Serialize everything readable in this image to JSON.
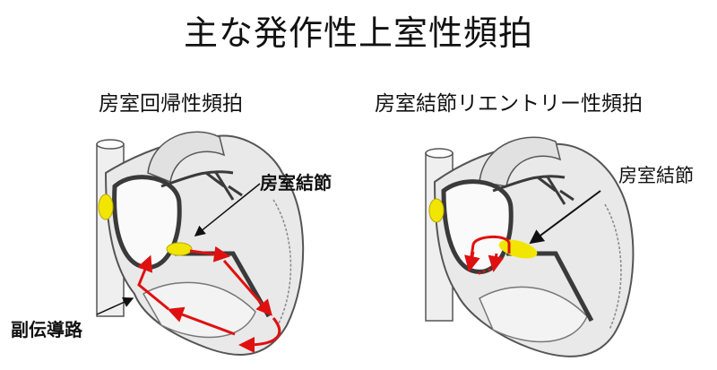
{
  "title": "主な発作性上室性頻拍",
  "panels": [
    {
      "heading": "房室回帰性頻拍",
      "labels": {
        "av_node": "房室結節",
        "accessory_pathway": "副伝導路"
      },
      "description": "Heart cross-section with SA node and AV node highlighted in yellow; red arrows show a macro-reentry circuit through the AV node, down the ventricles and back up via the accessory pathway."
    },
    {
      "heading": "房室結節リエントリー性頻拍",
      "labels": {
        "av_node": "房室結節"
      },
      "description": "Heart cross-section with SA node and AV node highlighted in yellow; a small red loop arrow shows reentry within the AV node region."
    }
  ],
  "colors": {
    "node_highlight": "#f2e600",
    "reentry_arrow": "#e01010",
    "conduction_path": "#3a3a3a",
    "heart_fill": "#e9e9e9",
    "heart_outline": "#555555"
  }
}
